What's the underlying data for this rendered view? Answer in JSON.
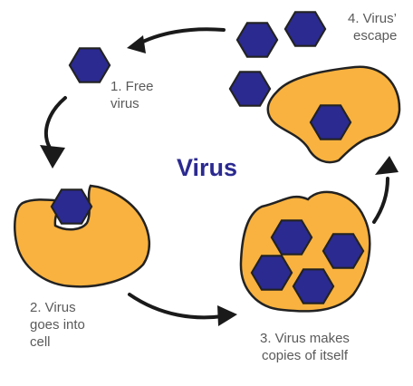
{
  "title": "Virus",
  "steps": [
    {
      "line1": "1. Free",
      "line2": "virus"
    },
    {
      "line1": "2. Virus",
      "line2": "goes into",
      "line3": "cell"
    },
    {
      "line1": "3. Virus makes",
      "line2": "copies of itself"
    },
    {
      "line1": "4. Virus’",
      "line2": "escape"
    }
  ],
  "colors": {
    "virus": "#2b2a90",
    "cell": "#f9b23f",
    "outline": "#222222",
    "arrow": "#1a1a1a",
    "label": "#5a5a5a"
  },
  "icons": [
    "virus-hexagon-icon",
    "cell-blob-icon",
    "cycle-arrow-icon"
  ]
}
